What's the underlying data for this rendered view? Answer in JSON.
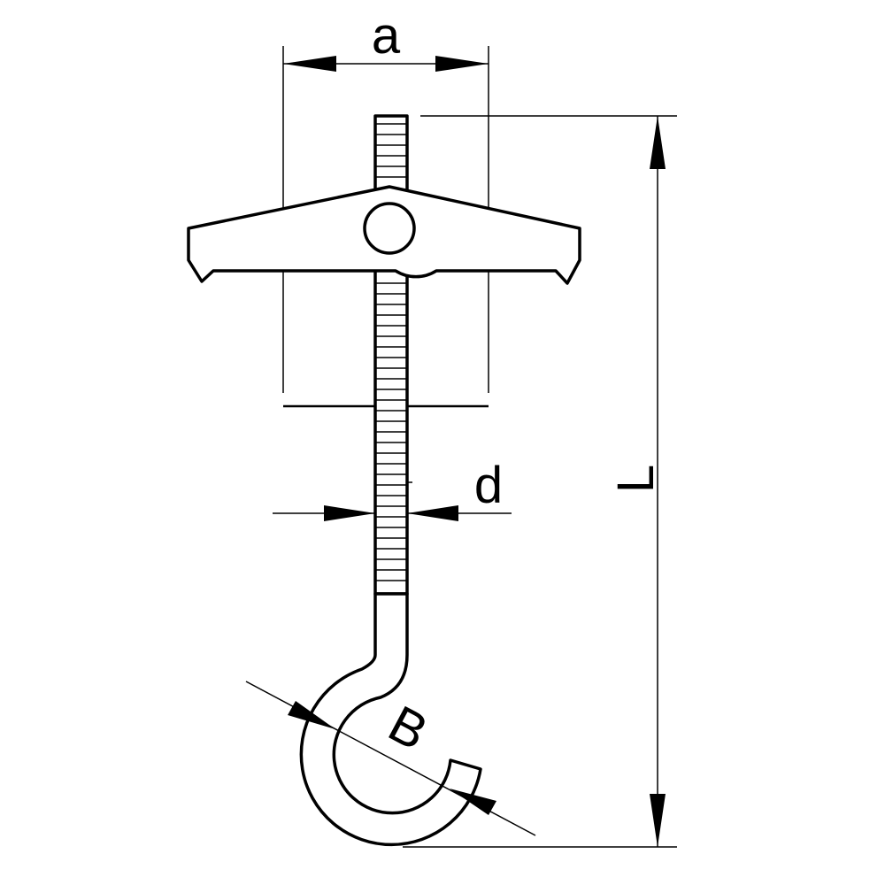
{
  "labels": {
    "width": "a",
    "diameter": "d",
    "length": "L",
    "hook_opening": "B"
  },
  "colors": {
    "line": "#000000",
    "background": "#ffffff"
  }
}
